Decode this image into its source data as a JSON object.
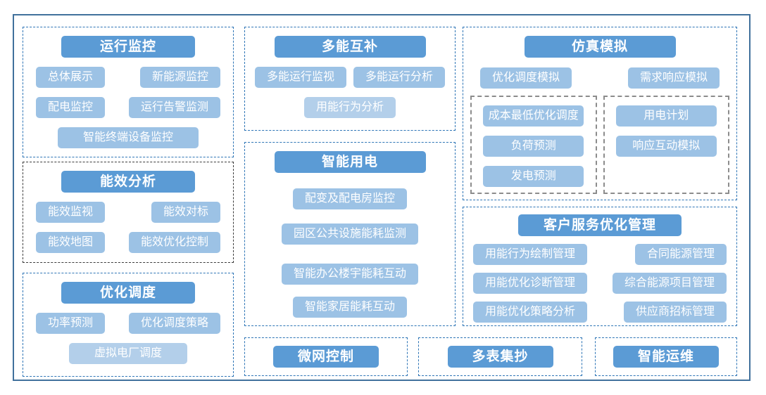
{
  "colors": {
    "header_bg": "#5B9BD5",
    "item_bg": "#9CC2E5",
    "item_bg_light": "#B3CFEA",
    "section_border_blue": "#2E75B6",
    "section_border_dark": "#3B3B3B",
    "nested_border_gray": "#8C8C8C",
    "outer_border": "#41719C",
    "text": "#FFFFFF"
  },
  "sections": [
    {
      "id": "operation-monitoring",
      "title": "运行监控",
      "items": [
        "总体展示",
        "新能源监控",
        "配电监控",
        "运行告警监测",
        "智能终端设备监控"
      ]
    },
    {
      "id": "energy-efficiency-analysis",
      "title": "能效分析",
      "items": [
        "能效监视",
        "能效对标",
        "能效地图",
        "能效优化控制"
      ]
    },
    {
      "id": "optimal-dispatch",
      "title": "优化调度",
      "items": [
        "功率预测",
        "优化调度策略",
        "虚拟电厂调度"
      ]
    },
    {
      "id": "multi-energy-complementation",
      "title": "多能互补",
      "items": [
        "多能运行监视",
        "多能运行分析",
        "用能行为分析"
      ]
    },
    {
      "id": "smart-power-use",
      "title": "智能用电",
      "items": [
        "配变及配电房监控",
        "园区公共设施能耗监测",
        "智能办公楼宇能耗互动",
        "智能家居能耗互动"
      ]
    },
    {
      "id": "simulation",
      "title": "仿真模拟",
      "items": [
        "优化调度模拟",
        "需求响应模拟"
      ],
      "subgroups": [
        [
          "成本最低优化调度",
          "负荷预测",
          "发电预测"
        ],
        [
          "用电计划",
          "响应互动模拟"
        ]
      ]
    },
    {
      "id": "customer-service-optimization",
      "title": "客户服务优化管理",
      "items": [
        "用能行为绘制管理",
        "合同能源管理",
        "用能优化诊断管理",
        "综合能源项目管理",
        "用能优化策略分析",
        "供应商招标管理"
      ]
    },
    {
      "id": "microgrid-control",
      "title": "微网控制",
      "items": []
    },
    {
      "id": "multi-meter-reading",
      "title": "多表集抄",
      "items": []
    },
    {
      "id": "smart-operation-maintenance",
      "title": "智能运维",
      "items": []
    }
  ]
}
